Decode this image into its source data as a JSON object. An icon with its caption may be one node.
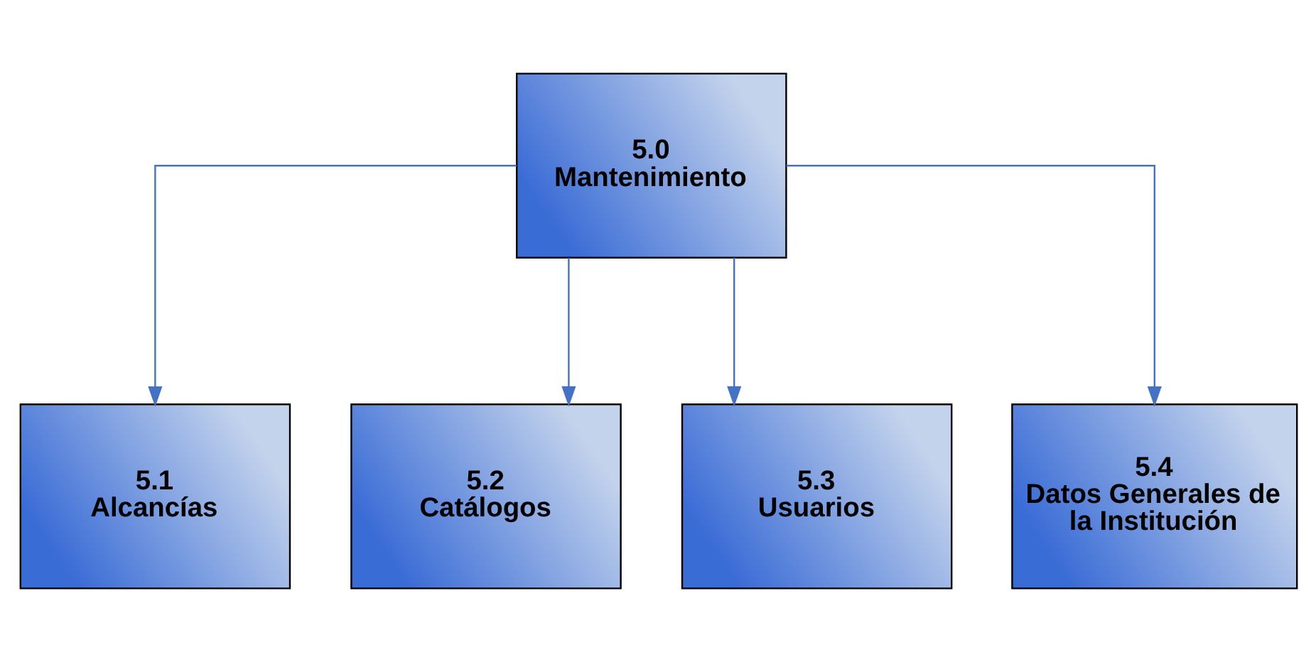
{
  "diagram": {
    "nodes": [
      {
        "text": [
          "5.0",
          "Mantenimiento"
        ]
      },
      {
        "text": [
          "5.1",
          "Alcancías"
        ]
      },
      {
        "text": [
          "5.2",
          "Catálogos"
        ]
      },
      {
        "text": [
          "5.3",
          "Usuarios"
        ]
      },
      {
        "text": [
          "5.4",
          "Datos Generales de la Institución"
        ]
      }
    ],
    "edges": [
      {
        "from": 0,
        "to": 1,
        "arrow": "to"
      },
      {
        "from": 0,
        "to": 2,
        "arrow": "to"
      },
      {
        "from": 0,
        "to": 3,
        "arrow": "to"
      },
      {
        "from": 0,
        "to": 4,
        "arrow": "to"
      }
    ]
  }
}
